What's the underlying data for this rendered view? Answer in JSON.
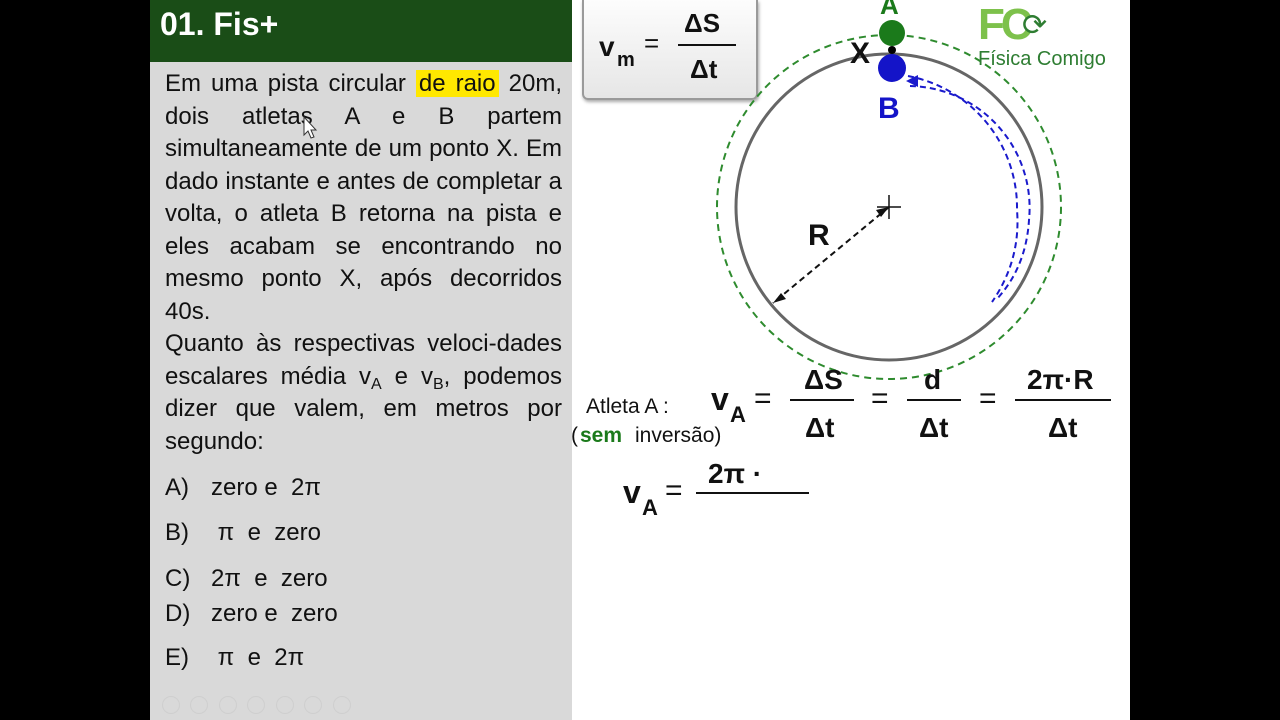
{
  "header": {
    "title": "01. Fis+"
  },
  "question": {
    "part1": "Em uma pista circular",
    "highlight": "de raio",
    "part2": "20m, dois atletas A e B partem simultaneamente de um ponto X. Em dado instante e antes de completar a volta, o atleta B retorna na pista e eles acabam se encontrando no mesmo ponto X, após decorridos 40s.",
    "part3": "Quanto às respectivas veloci-dades escalares média v",
    "sub_a": "A",
    "and": " e v",
    "sub_b": "B",
    "part4": ", podemos dizer que valem, em metros por segundo:"
  },
  "options": [
    {
      "letter": "A)",
      "text": "zero e  2π"
    },
    {
      "letter": "B)",
      "text": " π  e  zero"
    },
    {
      "letter": "C)",
      "text": "2π  e  zero"
    },
    {
      "letter": "D)",
      "text": "zero e  zero"
    },
    {
      "letter": "E)",
      "text": " π  e  2π"
    }
  ],
  "formula_box": {
    "lhs": "v",
    "lhs_sub": "m",
    "eq": "=",
    "num": "ΔS",
    "den": "Δt"
  },
  "diagram": {
    "label_a": "A",
    "label_x": "X",
    "label_b": "B",
    "label_r": "R",
    "athlete_label": "Atleta  A :",
    "paren_open": "(",
    "sem": "sem",
    "inversao": " inversão)",
    "eq1_lhs": "v",
    "eq1_sub": "A",
    "eq1_frac1_num": "ΔS",
    "eq1_frac1_den": "Δt",
    "eq1_frac2_num": "d",
    "eq1_frac2_den": "Δt",
    "eq1_frac3_num": "2π·R",
    "eq1_frac3_den": "Δt",
    "eq_sign": "=",
    "eq2_lhs": "v",
    "eq2_sub": "A",
    "eq2_num": "2π ·"
  },
  "logo": {
    "letters": "FC",
    "name": "Física Comigo"
  },
  "colors": {
    "title_bg": "#1a4d17",
    "highlight": "#ffe800",
    "athlete_a": "#1b7a1b",
    "athlete_b": "#1414c8",
    "track_outer": "#2e8b2e",
    "path_b": "#1a1acc"
  }
}
